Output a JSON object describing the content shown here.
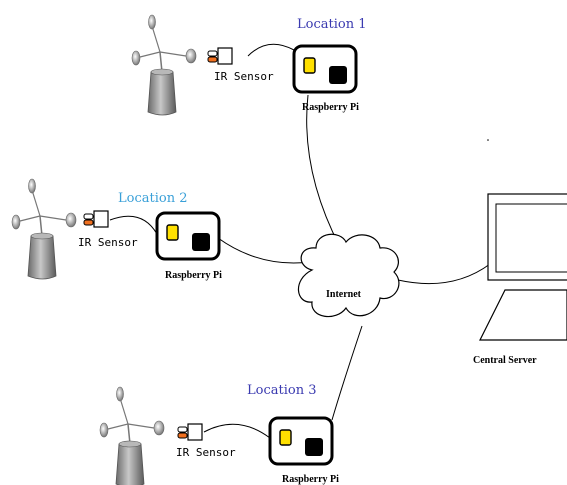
{
  "colors": {
    "location_1": "#3a3ab0",
    "location_2": "#3aa0d8",
    "location_3": "#3a3ab0",
    "led_yellow": "#ffe000",
    "led_dark": "#000000",
    "ir_orange": "#f07020",
    "anemometer_fill": "#9a9a9a"
  },
  "locations": [
    {
      "title": "Location 1",
      "sensor_label": "IR Sensor",
      "device_label": "Raspberry Pi"
    },
    {
      "title": "Location 2",
      "sensor_label": "IR Sensor",
      "device_label": "Raspberry Pi"
    },
    {
      "title": "Location 3",
      "sensor_label": "IR Sensor",
      "device_label": "Raspberry Pi"
    }
  ],
  "network": {
    "label": "Internet",
    "icon": "cloud-icon"
  },
  "server": {
    "label": "Central Server",
    "icon": "laptop-icon"
  },
  "icons": [
    "anemometer-icon",
    "ir-sensor-icon",
    "raspberry-pi-icon",
    "cloud-icon",
    "laptop-icon"
  ]
}
